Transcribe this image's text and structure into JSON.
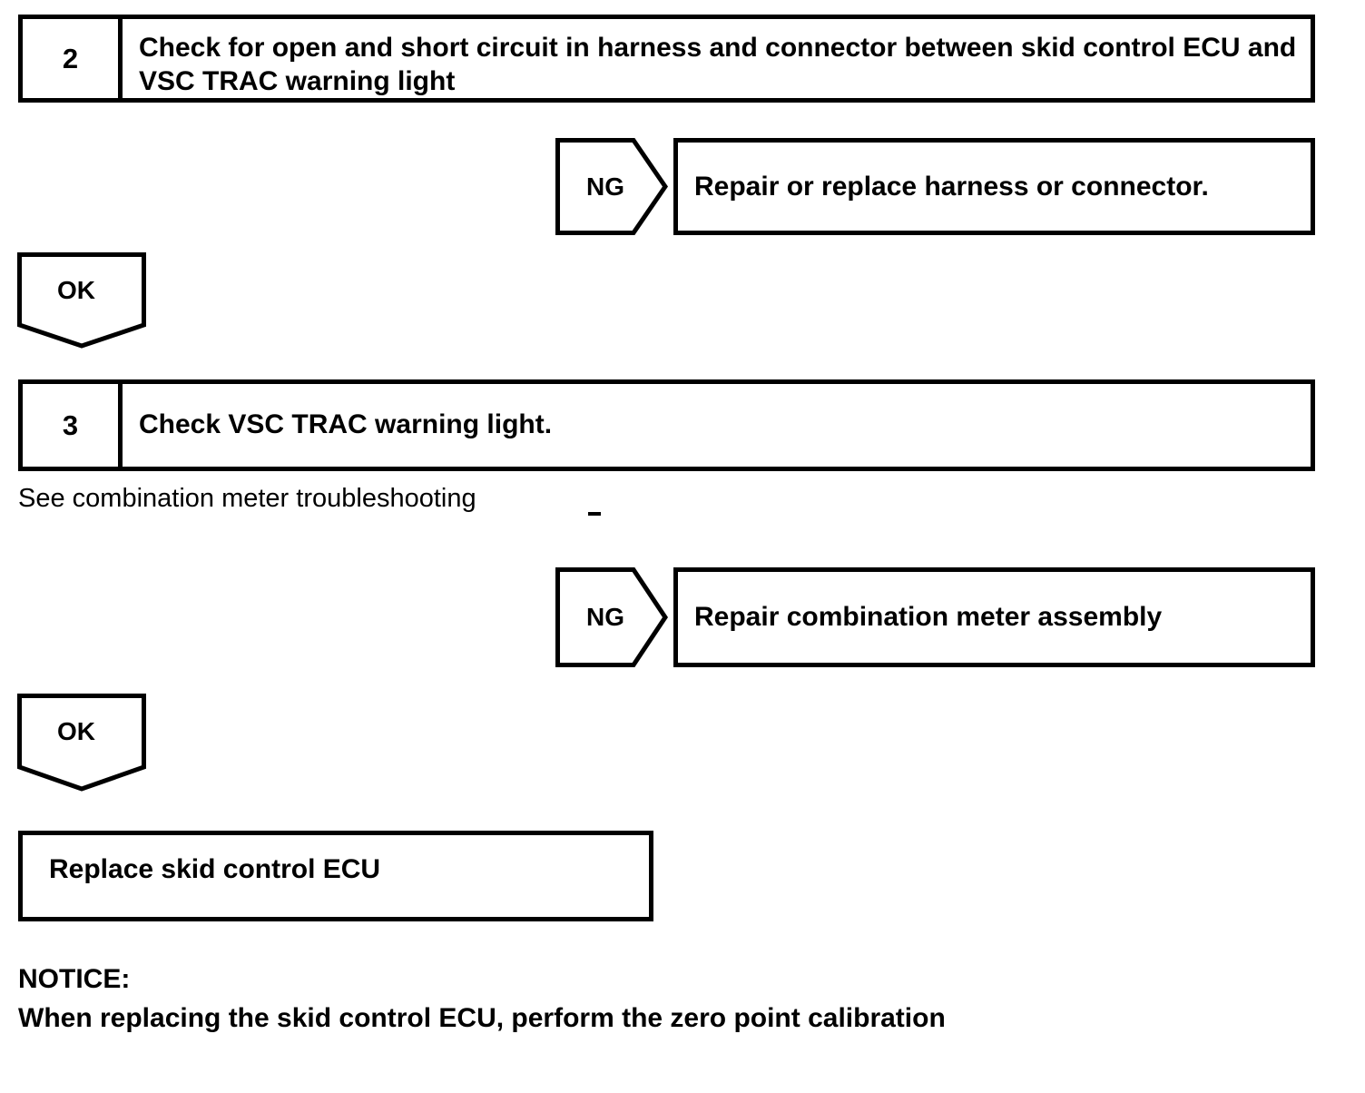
{
  "document": {
    "type": "automotive-troubleshooting-flowchart",
    "background_color": "#ffffff",
    "line_color": "#000000"
  },
  "steps": [
    {
      "number": "2",
      "instruction": "Check for open and short circuit in harness and connector between skid control ECU and VSC TRAC warning light"
    },
    {
      "number": "3",
      "instruction": "Check VSC TRAC warning light."
    }
  ],
  "branches": {
    "ng_1": {
      "label": "NG",
      "result": "Repair or replace harness or connector."
    },
    "ng_2": {
      "label": "NG",
      "result": "Repair combination meter assembly"
    },
    "ok_1": {
      "label": "OK"
    },
    "ok_2": {
      "label": "OK"
    }
  },
  "reference_note": "See combination meter troubleshooting",
  "final_action": {
    "text": "Replace skid control ECU"
  },
  "notice": {
    "heading": "NOTICE:",
    "body": "When replacing the skid control ECU, perform the zero point calibration"
  }
}
